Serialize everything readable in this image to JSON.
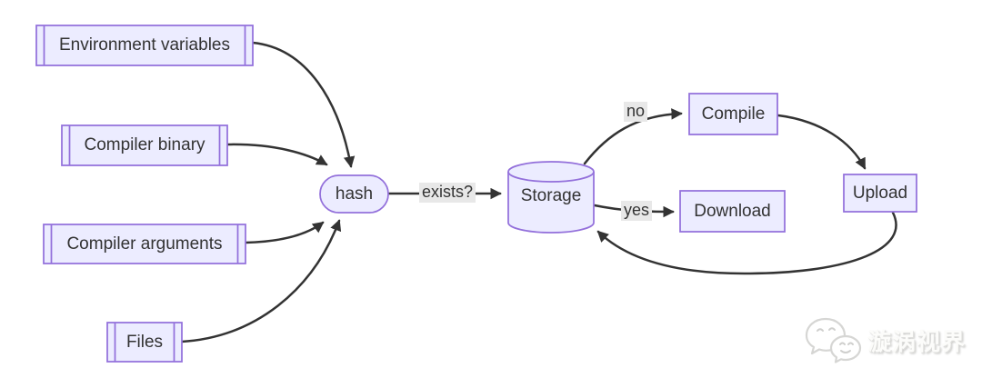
{
  "diagram": {
    "type": "flowchart",
    "nodes": {
      "env": {
        "label": "Environment variables",
        "shape": "subroutine"
      },
      "binary": {
        "label": "Compiler binary",
        "shape": "subroutine"
      },
      "args": {
        "label": "Compiler arguments",
        "shape": "subroutine"
      },
      "files": {
        "label": "Files",
        "shape": "subroutine"
      },
      "hash": {
        "label": "hash",
        "shape": "stadium"
      },
      "storage": {
        "label": "Storage",
        "shape": "cylinder"
      },
      "compile": {
        "label": "Compile",
        "shape": "rect"
      },
      "download": {
        "label": "Download",
        "shape": "rect"
      },
      "upload": {
        "label": "Upload",
        "shape": "rect"
      }
    },
    "edge_labels": {
      "exists": "exists?",
      "no": "no",
      "yes": "yes"
    },
    "edges": [
      {
        "from": "Environment variables",
        "to": "hash"
      },
      {
        "from": "Compiler binary",
        "to": "hash"
      },
      {
        "from": "Compiler arguments",
        "to": "hash"
      },
      {
        "from": "Files",
        "to": "hash"
      },
      {
        "from": "hash",
        "to": "Storage",
        "label": "exists?"
      },
      {
        "from": "Storage",
        "to": "Compile",
        "label": "no"
      },
      {
        "from": "Storage",
        "to": "Download",
        "label": "yes"
      },
      {
        "from": "Compile",
        "to": "Upload"
      },
      {
        "from": "Upload",
        "to": "Storage"
      }
    ],
    "colors": {
      "node_fill": "#ECECFF",
      "node_border": "#9370DB",
      "edge": "#333333",
      "edge_label_bg": "#e8e8e8",
      "text": "#333333"
    }
  },
  "watermark": {
    "text": "漩涡视界",
    "icon": "chat-bubbles-logo"
  }
}
